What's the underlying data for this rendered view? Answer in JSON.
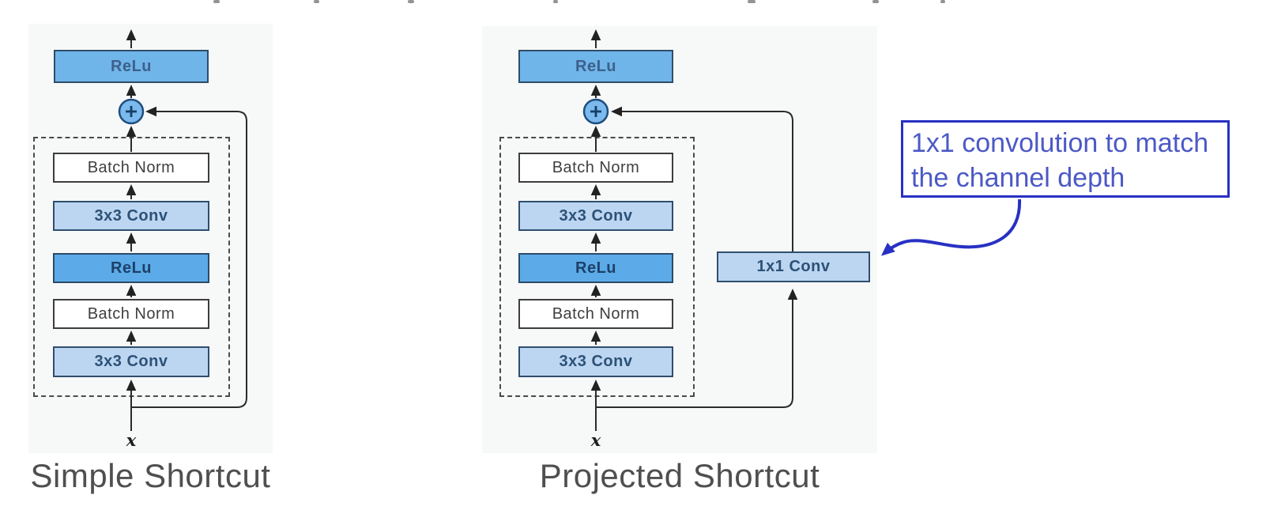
{
  "figure": {
    "type": "neural-network-block-diagram",
    "topic": "ResNet residual block shortcut variants"
  },
  "colors": {
    "panel_background": "#f7f8f8",
    "relu_top_blue": "#70b5ea",
    "relu_mid_blue": "#5cabe8",
    "conv_light_blue": "#bcd6f2",
    "batch_norm_white": "#ffffff",
    "line_dark": "#2b2b2b",
    "annotation_blue": "#2831c3",
    "caption_gray": "#4f4f4f"
  },
  "icons": {
    "merge": "plus-in-circle",
    "flow": "up-arrow",
    "annotation_pointer": "curved-blue-arrow"
  },
  "diagrams": {
    "left": {
      "caption": "Simple Shortcut",
      "output_block": "ReLu",
      "merge_symbol": "+",
      "blocks": [
        "Batch Norm",
        "3x3 Conv",
        "ReLu",
        "Batch Norm",
        "3x3 Conv"
      ],
      "input_label": "x"
    },
    "right": {
      "caption": "Projected Shortcut",
      "output_block": "ReLu",
      "merge_symbol": "+",
      "blocks": [
        "Batch Norm",
        "3x3 Conv",
        "ReLu",
        "Batch Norm",
        "3x3 Conv"
      ],
      "projection_block": "1x1 Conv",
      "input_label": "x"
    }
  },
  "annotation": {
    "line1": "1x1 convolution to match",
    "line2": "the channel depth"
  }
}
